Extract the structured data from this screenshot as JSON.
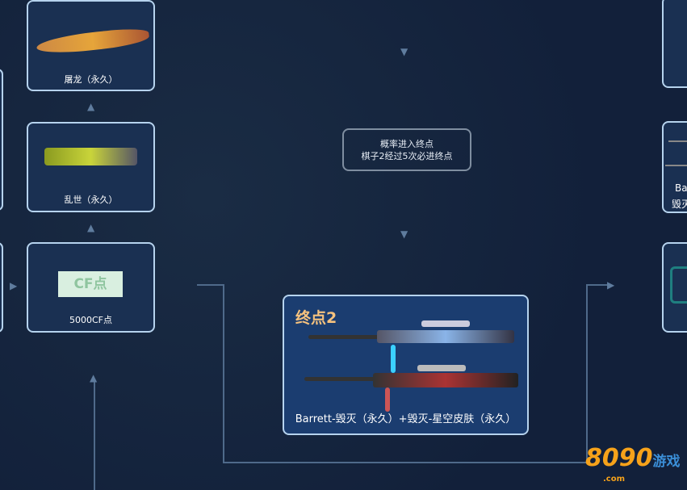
{
  "left_cards": [
    {
      "label": "屠龙（永久）"
    },
    {
      "label": "乱世（永久）"
    },
    {
      "label": "5000CF点",
      "badge": "CF点"
    }
  ],
  "info": {
    "line1": "概率进入终点",
    "line2": "棋子2经过5次必进终点"
  },
  "final": {
    "title": "终点2",
    "caption": "Barrett-毁灭（永久）+毁灭-星空皮肤（永久）"
  },
  "right_cards": [
    {
      "line1": "Ba",
      "line2": "毁灭"
    }
  ],
  "logo": {
    "text": "8090",
    "sub": "游戏",
    "domain": ".com"
  }
}
